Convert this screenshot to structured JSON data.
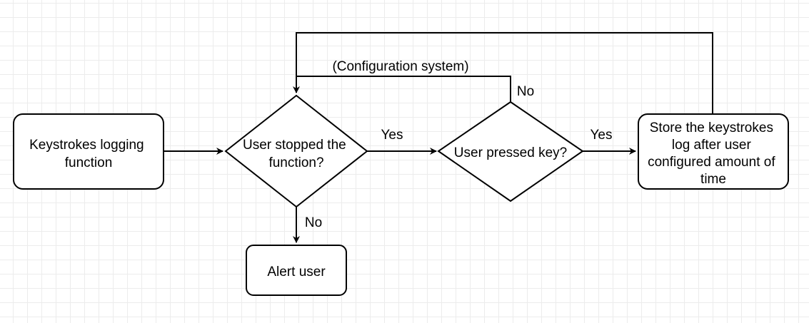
{
  "diagram": {
    "nodes": {
      "start": {
        "lines": [
          "Keystrokes logging",
          "function"
        ]
      },
      "stopped": {
        "lines": [
          "User stopped the",
          "function?"
        ]
      },
      "pressed": {
        "lines": [
          "User pressed key?"
        ]
      },
      "store": {
        "lines": [
          "Store the keystrokes",
          "log after user",
          "configured amount of",
          "time"
        ]
      },
      "alert": {
        "lines": [
          "Alert user"
        ]
      }
    },
    "edges": {
      "stopped_to_pressed": "Yes",
      "pressed_to_store": "Yes",
      "pressed_no_loop": "No",
      "stopped_to_alert": "No",
      "config_loop": "(Configuration system)"
    },
    "colors": {
      "stroke": "#000000",
      "fill": "#ffffff",
      "grid": "#ececec"
    }
  }
}
